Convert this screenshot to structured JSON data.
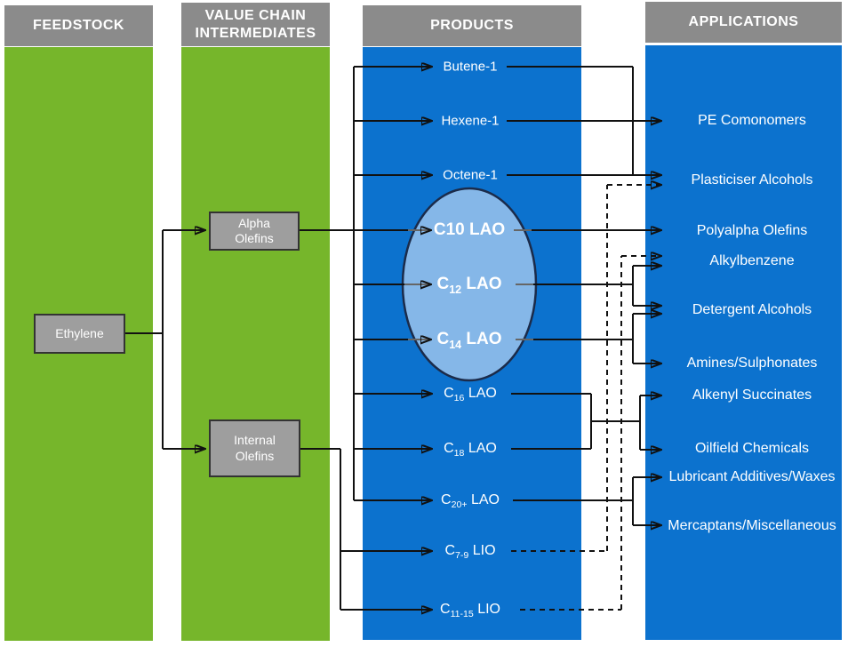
{
  "columns": {
    "feedstock": {
      "header": "FEEDSTOCK",
      "node": "Ethylene"
    },
    "intermediates": {
      "header": "VALUE CHAIN INTERMEDIATES",
      "nodes": {
        "alpha": "Alpha Olefins",
        "internal": "Internal Olefins"
      }
    },
    "products": {
      "header": "PRODUCTS",
      "items": {
        "butene": "Butene-1",
        "hexene": "Hexene-1",
        "octene": "Octene-1",
        "c10": "C10 LAO",
        "c12": {
          "pre": "C",
          "sub": "12",
          "post": " LAO"
        },
        "c14": {
          "pre": "C",
          "sub": "14",
          "post": " LAO"
        },
        "c16": {
          "pre": "C",
          "sub": "16",
          "post": " LAO"
        },
        "c18": {
          "pre": "C",
          "sub": "18",
          "post": " LAO"
        },
        "c20": {
          "pre": "C",
          "sub": "20+",
          "post": " LAO"
        },
        "c79": {
          "pre": "C",
          "sub": "7-9",
          "post": " LIO"
        },
        "c1115": {
          "pre": "C",
          "sub": "11-15",
          "post": " LIO"
        }
      }
    },
    "applications": {
      "header": "APPLICATIONS",
      "items": {
        "pe_comonomers": "PE Comonomers",
        "plasticiser_alcohols": "Plasticiser Alcohols",
        "polyalpha_olefins": "Polyalpha Olefins",
        "alkylbenzene": "Alkylbenzene",
        "detergent_alcohols": "Detergent Alcohols",
        "amines_sulphonates": "Amines/Sulphonates",
        "alkenyl_succinates": "Alkenyl Succinates",
        "oilfield_chemicals": "Oilfield Chemicals",
        "lubricant_additives_waxes": "Lubricant Additives/Waxes",
        "mercaptans_miscellaneous": "Mercaptans/Miscellaneous"
      }
    }
  },
  "colors": {
    "column_green": "#76B62B",
    "column_blue": "#0C72CE",
    "ellipse_light_blue": "#85B7E8",
    "header_gray": "#8B8B8B",
    "node_gray": "#9E9E9E",
    "line_black": "#111111",
    "line_gray_in_ellipse": "#666666",
    "text_white": "#FFFFFF"
  }
}
